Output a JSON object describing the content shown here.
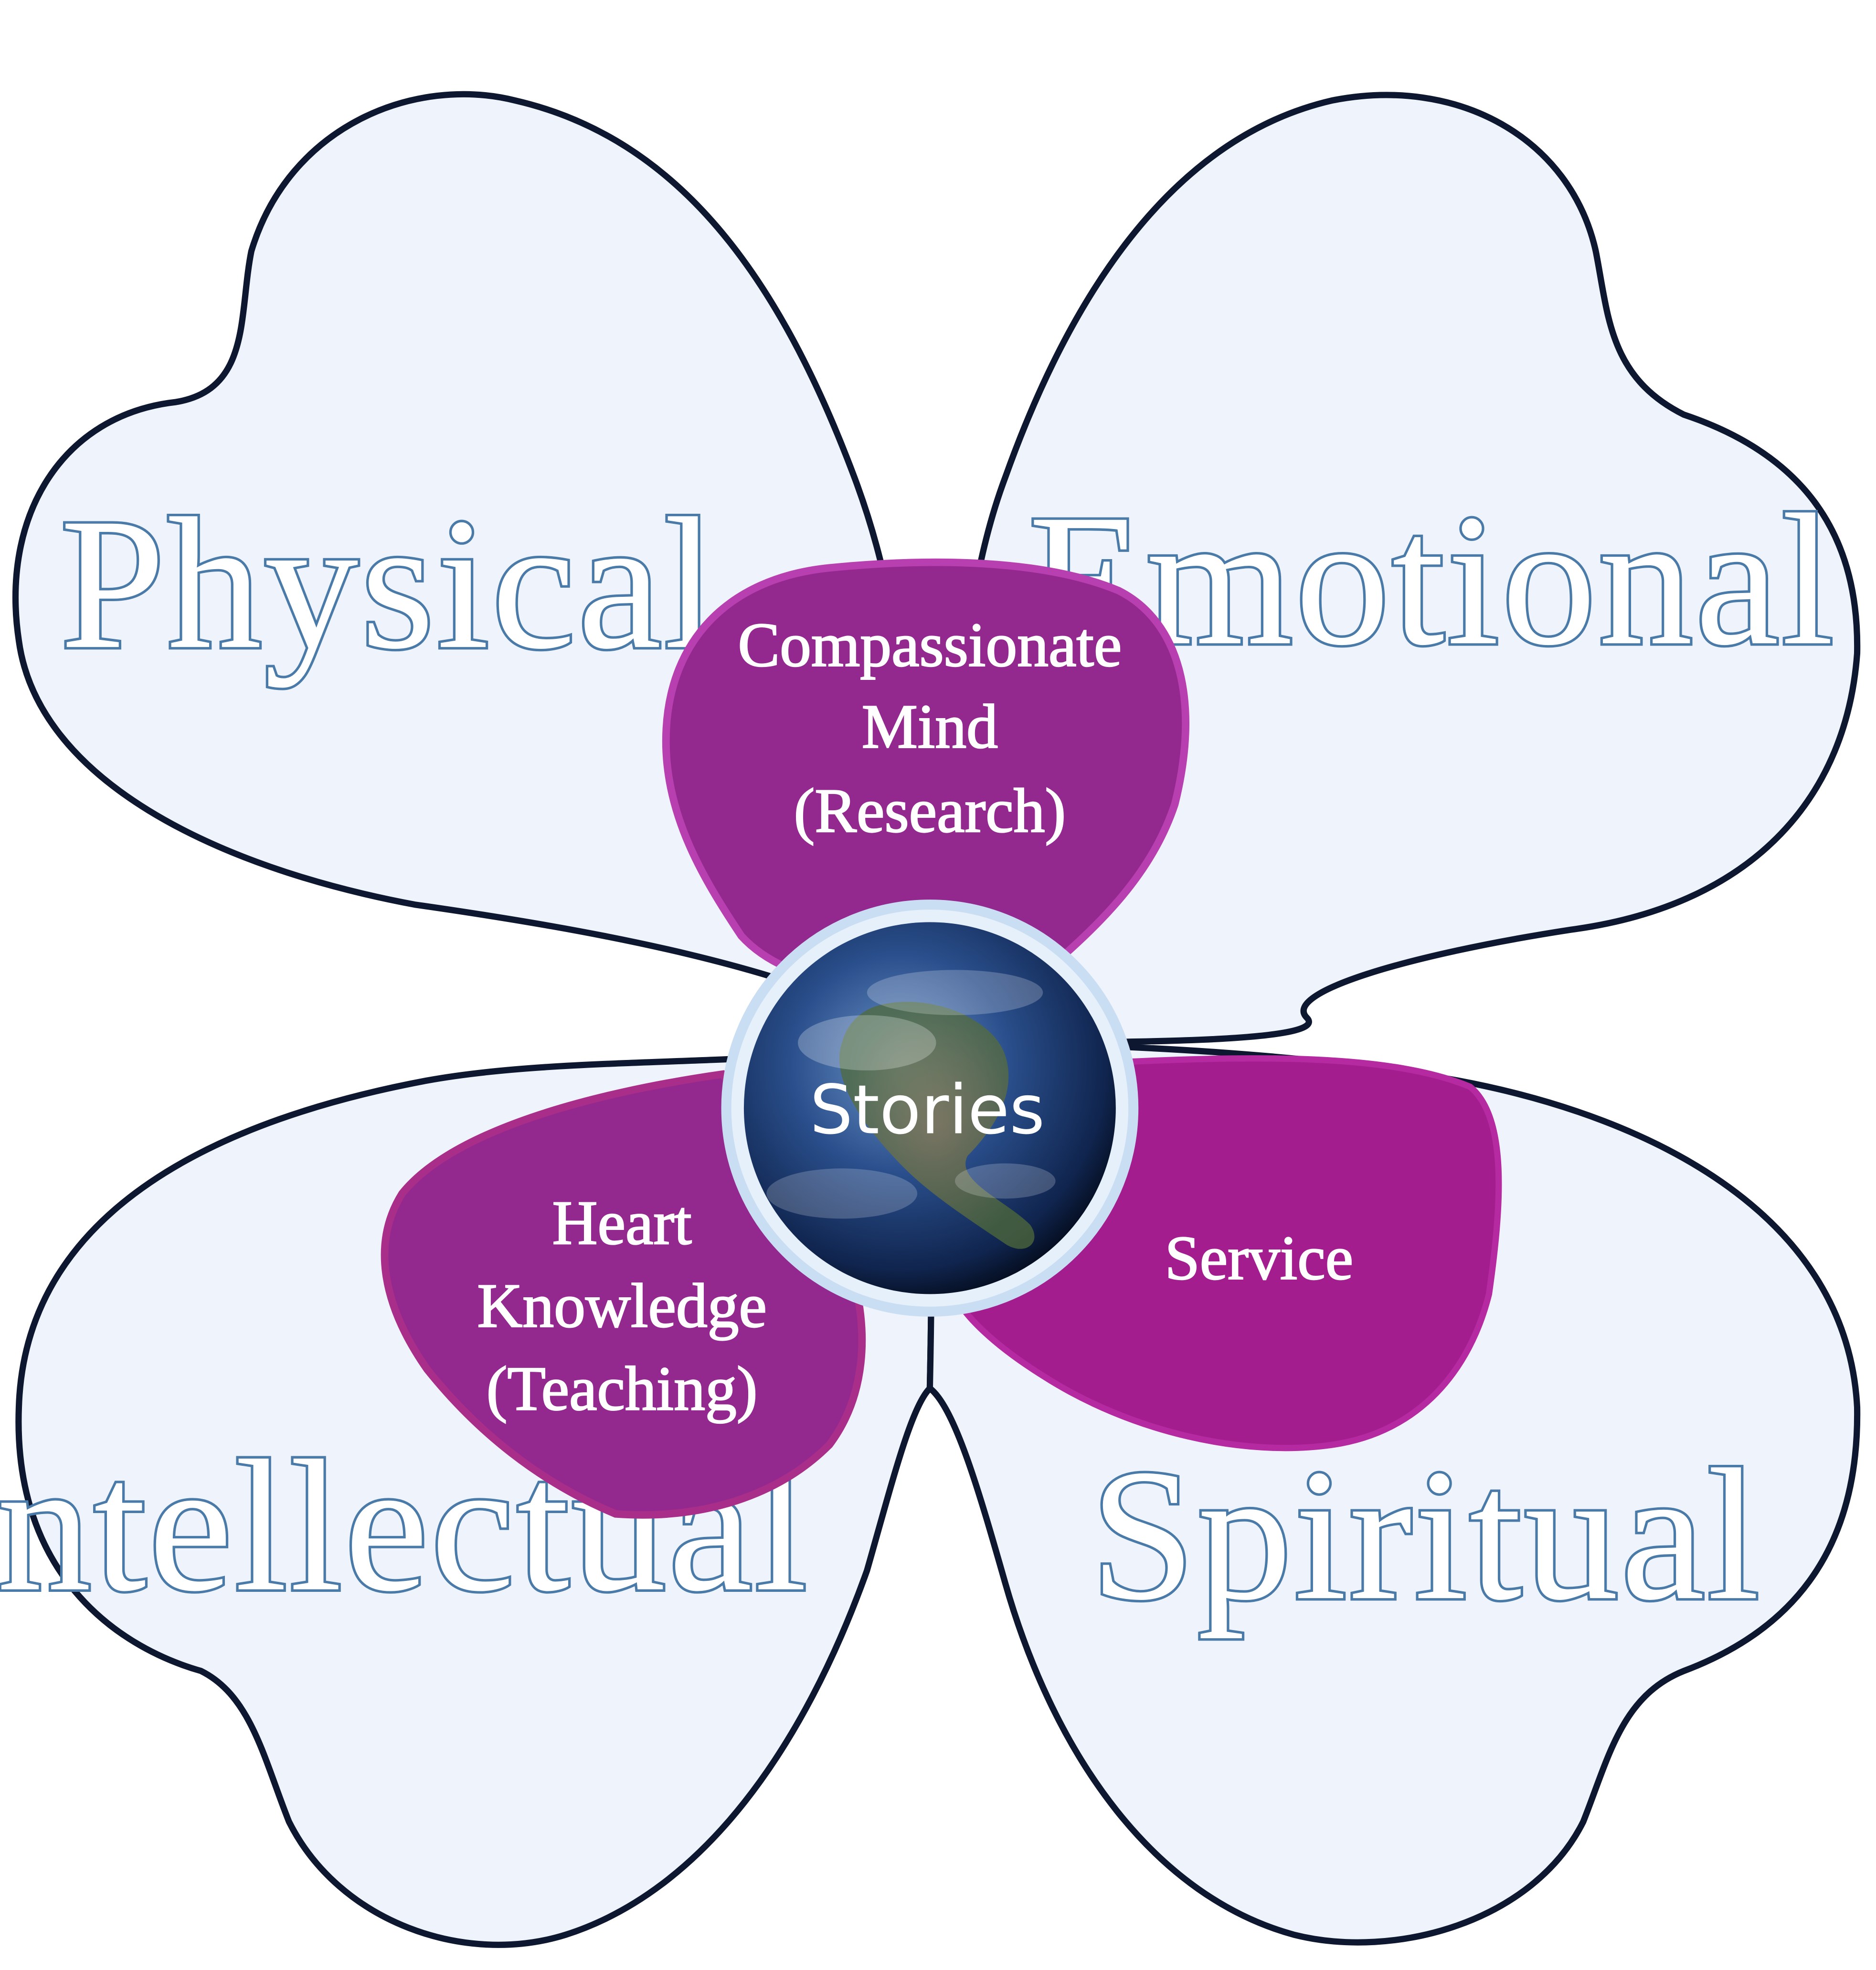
{
  "quadrants": {
    "top_left": "Physical",
    "top_right": "Emotional",
    "bottom_left": "Intellectual",
    "bottom_right": "Spiritual"
  },
  "petals": {
    "top": [
      "Compassionate",
      "Mind",
      "(Research)"
    ],
    "left": [
      "Heart",
      "Knowledge",
      "(Teaching)"
    ],
    "right": [
      "Service"
    ]
  },
  "center": {
    "label": "Stories"
  },
  "colors": {
    "leaf_fill": "#eef3fc",
    "leaf_outline": "#0e1730",
    "petal_fill": "#93288e",
    "petal_fill_right": "#a31d8f",
    "quadrant_text": "#4a7aa8",
    "globe_ring": "#c9def2"
  }
}
